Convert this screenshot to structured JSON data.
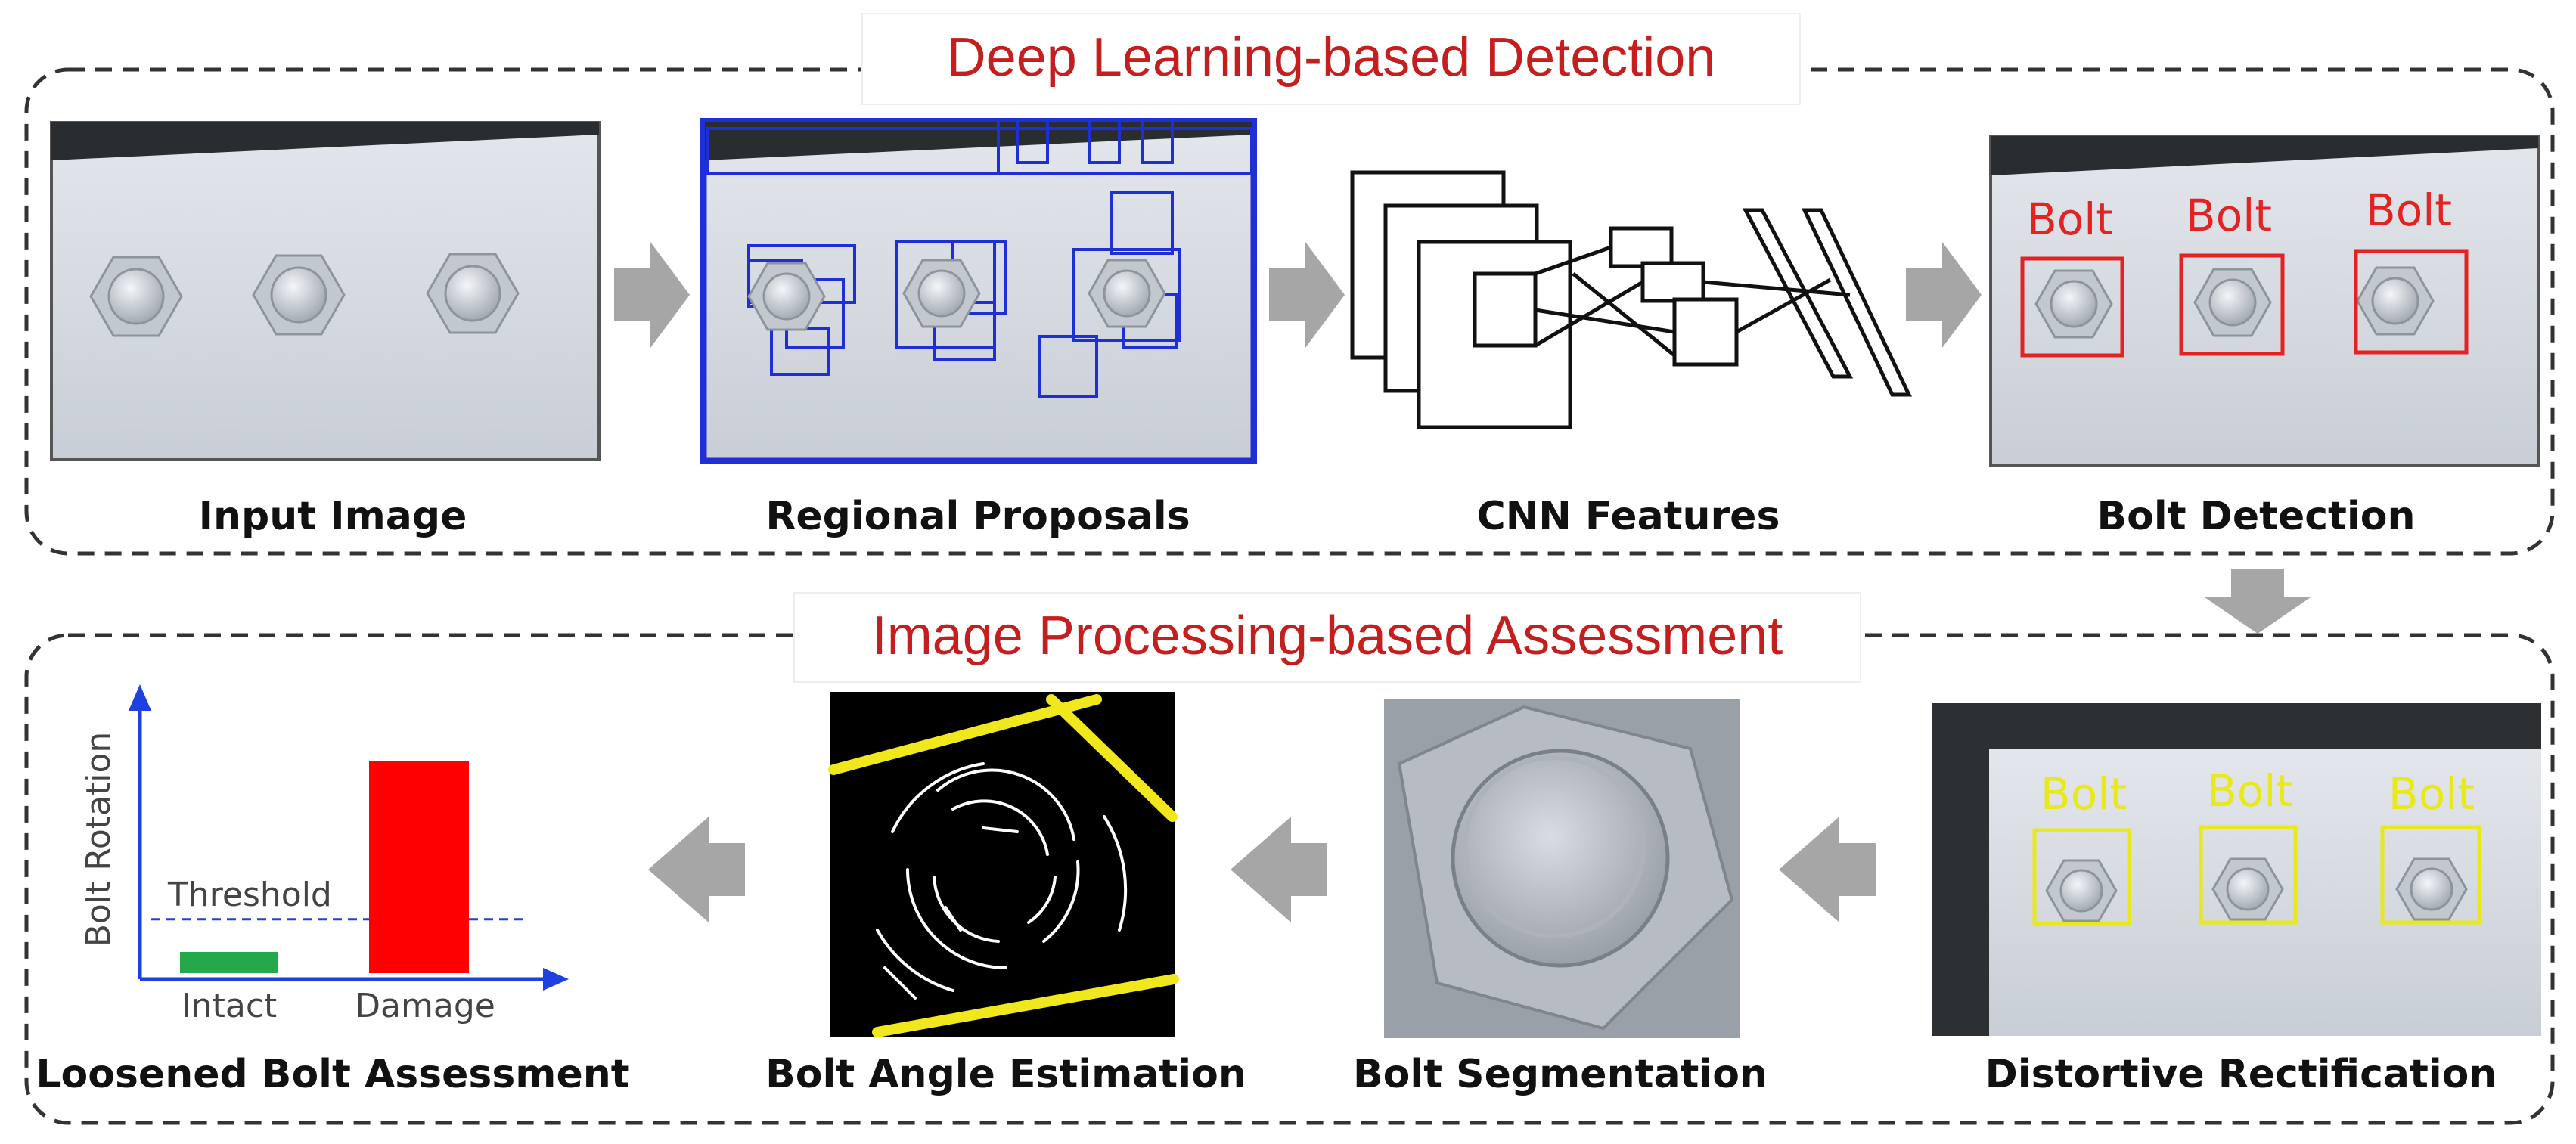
{
  "figure": {
    "colors": {
      "accent_red": "#c41e1e",
      "box_blue": "#1f2fd6",
      "box_red": "#e32222",
      "box_yellow": "#e8e81a",
      "arrow_gray": "#a6a6a6",
      "axis_blue": "#1f3fe0",
      "bar_green": "#23a84a",
      "bar_red": "#ff0000"
    },
    "top_section": {
      "title": "Deep Learning-based Detection",
      "steps": [
        {
          "caption": "Input Image"
        },
        {
          "caption": "Regional Proposals"
        },
        {
          "caption": "CNN Features"
        },
        {
          "caption": "Bolt Detection",
          "box_labels": [
            "Bolt",
            "Bolt",
            "Bolt"
          ]
        }
      ]
    },
    "bottom_section": {
      "title": "Image Processing-based Assessment",
      "steps": [
        {
          "caption": "Distortive Rectification",
          "box_labels": [
            "Bolt",
            "Bolt",
            "Bolt"
          ]
        },
        {
          "caption": "Bolt Segmentation"
        },
        {
          "caption": "Bolt Angle Estimation"
        },
        {
          "caption": "Loosened Bolt Assessment"
        }
      ]
    },
    "assessment_chart": {
      "y_label": "Bolt Rotation",
      "threshold_label": "Threshold",
      "bar_labels": [
        "Intact",
        "Damage"
      ],
      "threshold_level": 0.22,
      "bar_levels": [
        0.1,
        0.8
      ]
    }
  }
}
